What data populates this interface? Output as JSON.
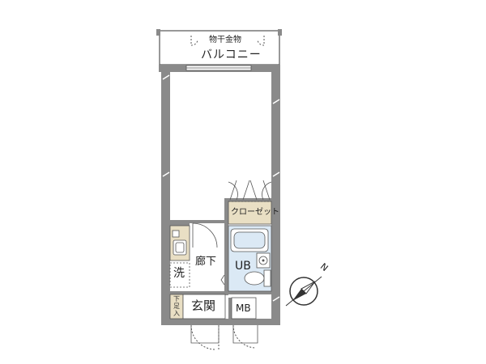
{
  "floorplan": {
    "labels": {
      "balcony": "バルコニー",
      "drying_hardware": "物干金物",
      "closet": "クローゼット",
      "corridor": "廊下",
      "unit_bath": "UB",
      "laundry": "洗",
      "entrance": "玄関",
      "meter_box": "MB",
      "shoe_cabinet": "下足入",
      "north": "N"
    },
    "colors": {
      "wall": "#8a8a8a",
      "wall_outline": "#555555",
      "closet_fill": "#e9dfc4",
      "bath_fill": "#dbe9f5",
      "entrance_fill": "#e9dfc4",
      "balcony_fill": "#ffffff",
      "floor": "#ffffff"
    },
    "icons": [
      "bathtub-icon",
      "toilet-icon",
      "sink-icon",
      "kitchen-stove-icon",
      "compass-icon"
    ]
  }
}
